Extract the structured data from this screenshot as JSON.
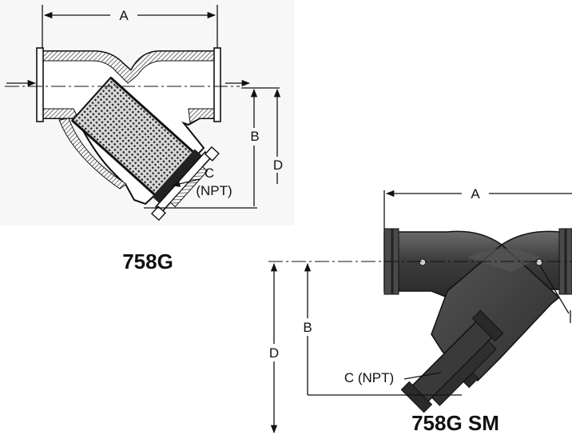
{
  "left_figure": {
    "caption": "758G",
    "dimensions": {
      "a": "A",
      "b": "B",
      "c": "C",
      "c_note": "(NPT)",
      "d": "D"
    }
  },
  "right_figure": {
    "caption": "758G SM",
    "dimensions": {
      "a": "A",
      "b": "B",
      "c": "C (NPT)",
      "d": "D"
    }
  },
  "colors": {
    "ink": "#111111",
    "body_dark": "#3a3a3a",
    "body_mid": "#5a5a5a",
    "screen": "#2b2b2b"
  }
}
